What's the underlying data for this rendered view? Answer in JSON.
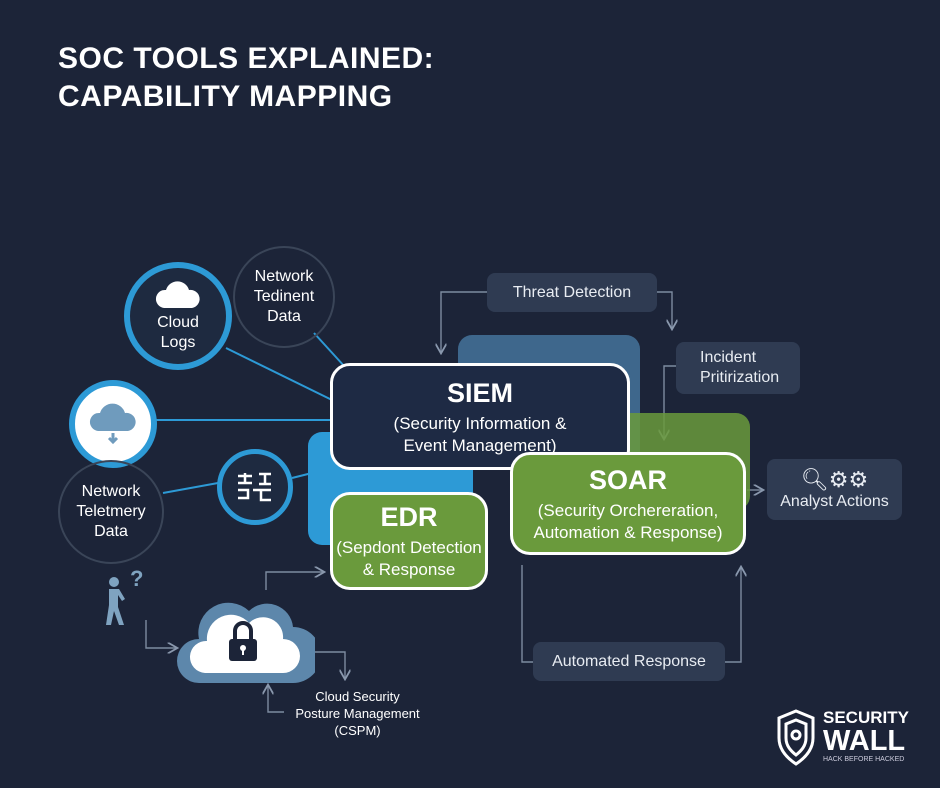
{
  "title": {
    "line1": "SOC TOOLS EXPLAINED:",
    "line2": "CAPABILITY MAPPING"
  },
  "sources": {
    "cloud_logs": {
      "line1": "Cloud",
      "line2": "Logs",
      "icon": "cloud-icon"
    },
    "network_tedinent": {
      "line1": "Network",
      "line2": "Tedinent",
      "line3": "Data"
    },
    "network_teletmery": {
      "line1": "Network",
      "line2": "Teletmery",
      "line3": "Data"
    }
  },
  "tools": {
    "siem": {
      "name": "SIEM",
      "desc1": "(Security Information &",
      "desc2": "Event Management)"
    },
    "edr": {
      "name": "EDR",
      "desc1": "(Sepdont Detection",
      "desc2": "& Response"
    },
    "soar": {
      "name": "SOAR",
      "desc1": "(Security Orchereration,",
      "desc2": "Automation & Response)"
    },
    "cspm": {
      "line1": "Cloud Security",
      "line2": "Posture Management",
      "line3": "(CSPM)"
    }
  },
  "labels": {
    "threat_detection": "Threat Detection",
    "incident_line1": "Incident",
    "incident_line2": "Pritirization",
    "analyst_actions": "Analyst Actions",
    "automated_response": "Automated Response"
  },
  "logo": {
    "line1": "SECURITY",
    "line2": "WALL",
    "tagline": "HACK BEFORE HACKED"
  },
  "colors": {
    "background": "#1c2438",
    "blue": "#2d9ad6",
    "green": "#6a9a3c",
    "dark_box": "#1e2a44"
  }
}
